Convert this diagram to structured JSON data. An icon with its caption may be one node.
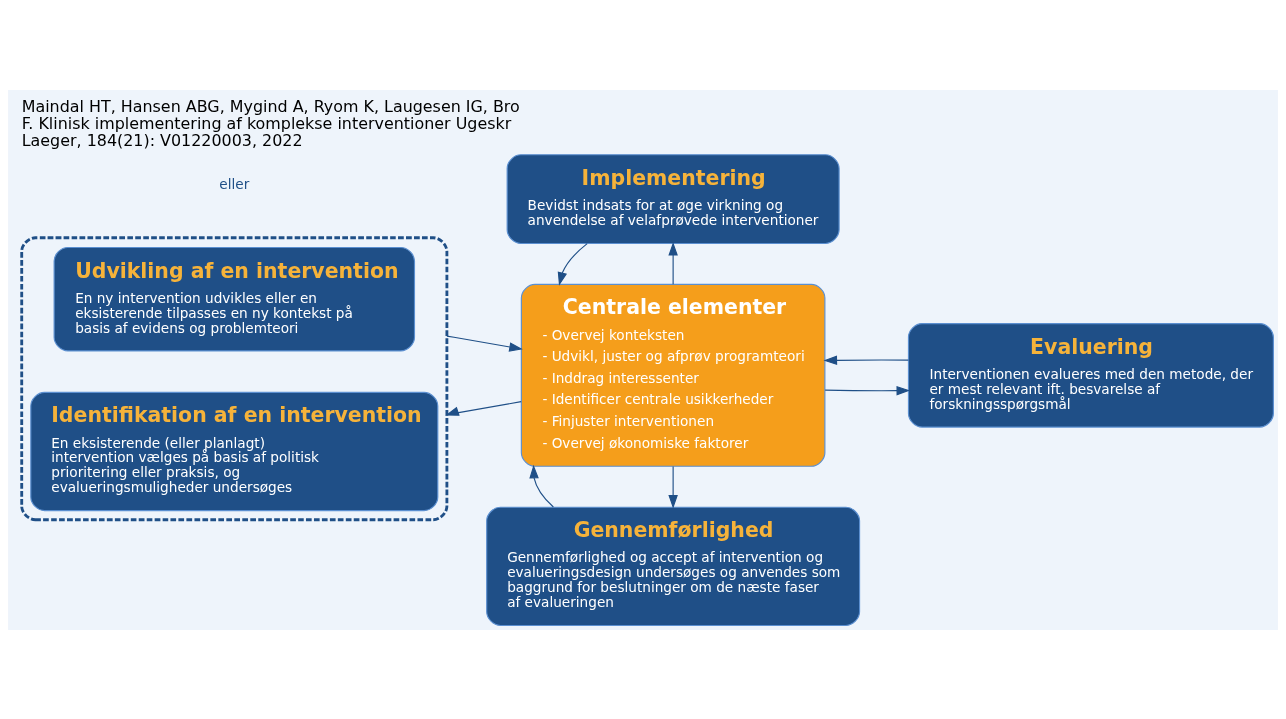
{
  "diagram": {
    "caption": "Maindal HT, Hansen ABG, Mygind A, Ryom K, Laugesen IG, Bro F. Klinisk implementering af komplekse interventioner Ugeskr Laeger, 184(21): V01220003, 2022",
    "nodes": [
      {
        "text": [
          "Gennemførlighed",
          "Gennemførlighed og accept af intervention og evalueringsdesign undersøges og anvendes som baggrund for beslutninger om de næste faser af evalueringen"
        ]
      },
      {
        "text": [],
        "shape": "box"
      },
      {
        "text": [
          "Udvikling af en intervention",
          "En ny intervention udvikles eller en eksisterende tilpasses en ny kontekst på basis af evidens og problemteori"
        ],
        "in": 1
      },
      {
        "text": [
          "Identifikation af en intervention",
          "En eksisterende (eller planlagt) intervention vælges på basis af politisk prioritering eller praksis, og evalueringsmuligheder undersøges"
        ],
        "in": 1
      },
      {
        "text": [
          "Centrale elementer",
          "- Overvej konteksten",
          "- Udvikl, juster og afprøv programteori",
          "- Inddrag interessenter",
          "- Identificer centrale usikkerheder",
          "- Finjuster interventionen",
          "- Overvej økonomiske faktorer"
        ]
      },
      {
        "text": [
          "Evaluering",
          "Interventionen evalueres med den metode, der er mest relevant ift. besvarelse af forskningsspørgsmål"
        ]
      },
      {
        "text": [
          "Implementering",
          "Bevidst indsats for at øge virkning og anvendelse af velafprøvede interventioner"
        ]
      }
    ],
    "edges": [
      {
        "from": 4,
        "to": 0,
        "arrow": "to"
      },
      {
        "from": 0,
        "to": 4,
        "arrow": "to"
      },
      {
        "from": 1,
        "to": 4,
        "arrow": "to"
      },
      {
        "from": 4,
        "to": 1,
        "arrow": "to"
      },
      {
        "from": 4,
        "to": 5,
        "arrow": "to"
      },
      {
        "from": 5,
        "to": 4,
        "arrow": "to"
      },
      {
        "from": 4,
        "to": 6,
        "arrow": "to"
      },
      {
        "from": 6,
        "to": 4,
        "arrow": "to"
      }
    ],
    "labels": [
      "eller"
    ]
  }
}
